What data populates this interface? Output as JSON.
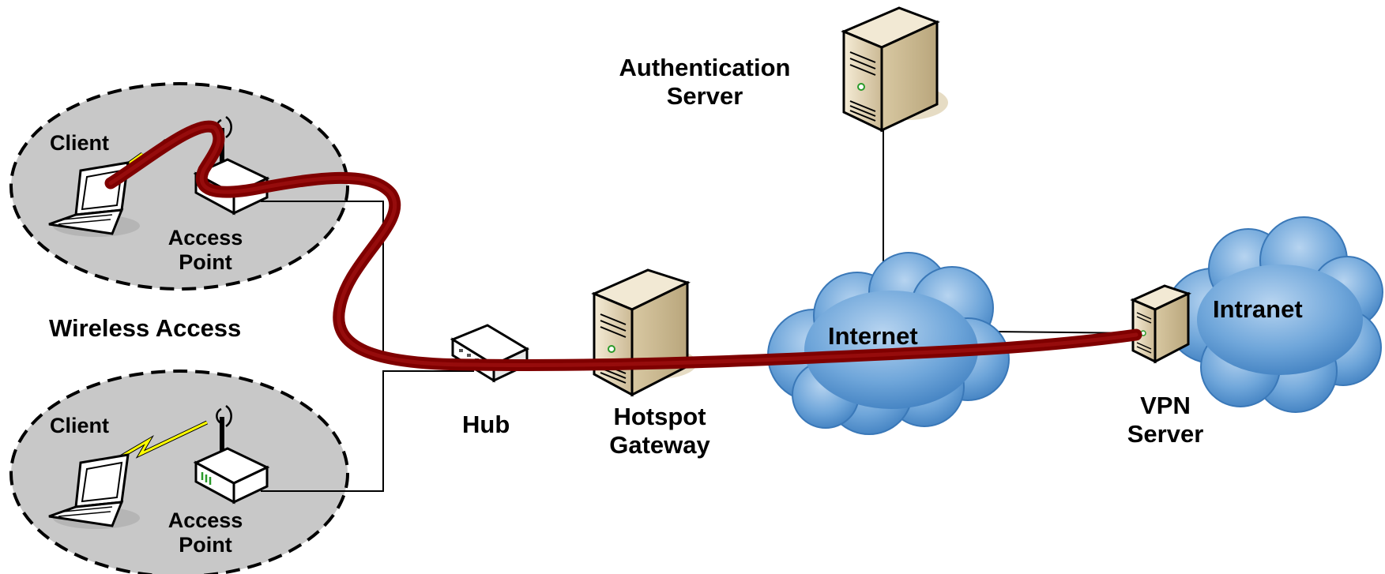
{
  "labels": {
    "auth_server": [
      "Authentication",
      "Server"
    ],
    "client_1": "Client",
    "access_point_1": [
      "Access",
      "Point"
    ],
    "wireless_access": "Wireless Access",
    "client_2": "Client",
    "access_point_2": [
      "Access",
      "Point"
    ],
    "hub": "Hub",
    "hotspot_gateway": [
      "Hotspot",
      "Gateway"
    ],
    "internet": "Internet",
    "intranet": "Intranet",
    "vpn_server": [
      "VPN",
      "Server"
    ]
  },
  "colors": {
    "tunnel": "#7f0000",
    "cloud": "#5b9bd5",
    "zone_fill": "#c8c8c8",
    "device_beige": "#e8dcc0",
    "wireless_bolt": "#ffff00"
  },
  "icons": [
    "laptop-icon",
    "access-point-icon",
    "server-tower-icon",
    "hub-icon",
    "cloud-icon"
  ]
}
